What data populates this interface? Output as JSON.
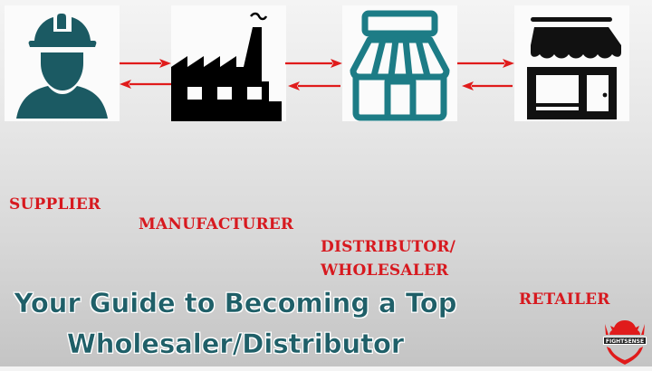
{
  "diagram": {
    "nodes": [
      {
        "id": "supplier",
        "label": "SUPPLIER",
        "icon": "construction-worker-icon",
        "color": "#1b5a63"
      },
      {
        "id": "manufacturer",
        "label": "MANUFACTURER",
        "icon": "factory-icon",
        "color": "#000000"
      },
      {
        "id": "distributor",
        "label_line1": "DISTRIBUTOR/",
        "label_line2": "WHOLESALER",
        "icon": "storefront-outline-icon",
        "color": "#1d7c86"
      },
      {
        "id": "retailer",
        "label": "RETAILER",
        "icon": "retail-shop-icon",
        "color": "#111111"
      }
    ],
    "edges": [
      {
        "from": "supplier",
        "to": "manufacturer",
        "direction": "bidirectional"
      },
      {
        "from": "manufacturer",
        "to": "distributor",
        "direction": "bidirectional"
      },
      {
        "from": "distributor",
        "to": "retailer",
        "direction": "bidirectional"
      }
    ],
    "arrow_color": "#e01b1b",
    "label_color": "#d7191f"
  },
  "title": {
    "line1": "Your Guide to Becoming a Top",
    "line2": "Wholesaler/Distributor",
    "color": "#1f5f68"
  },
  "logo": {
    "text": "FIGHTSENSE",
    "color": "#e01b1b"
  }
}
